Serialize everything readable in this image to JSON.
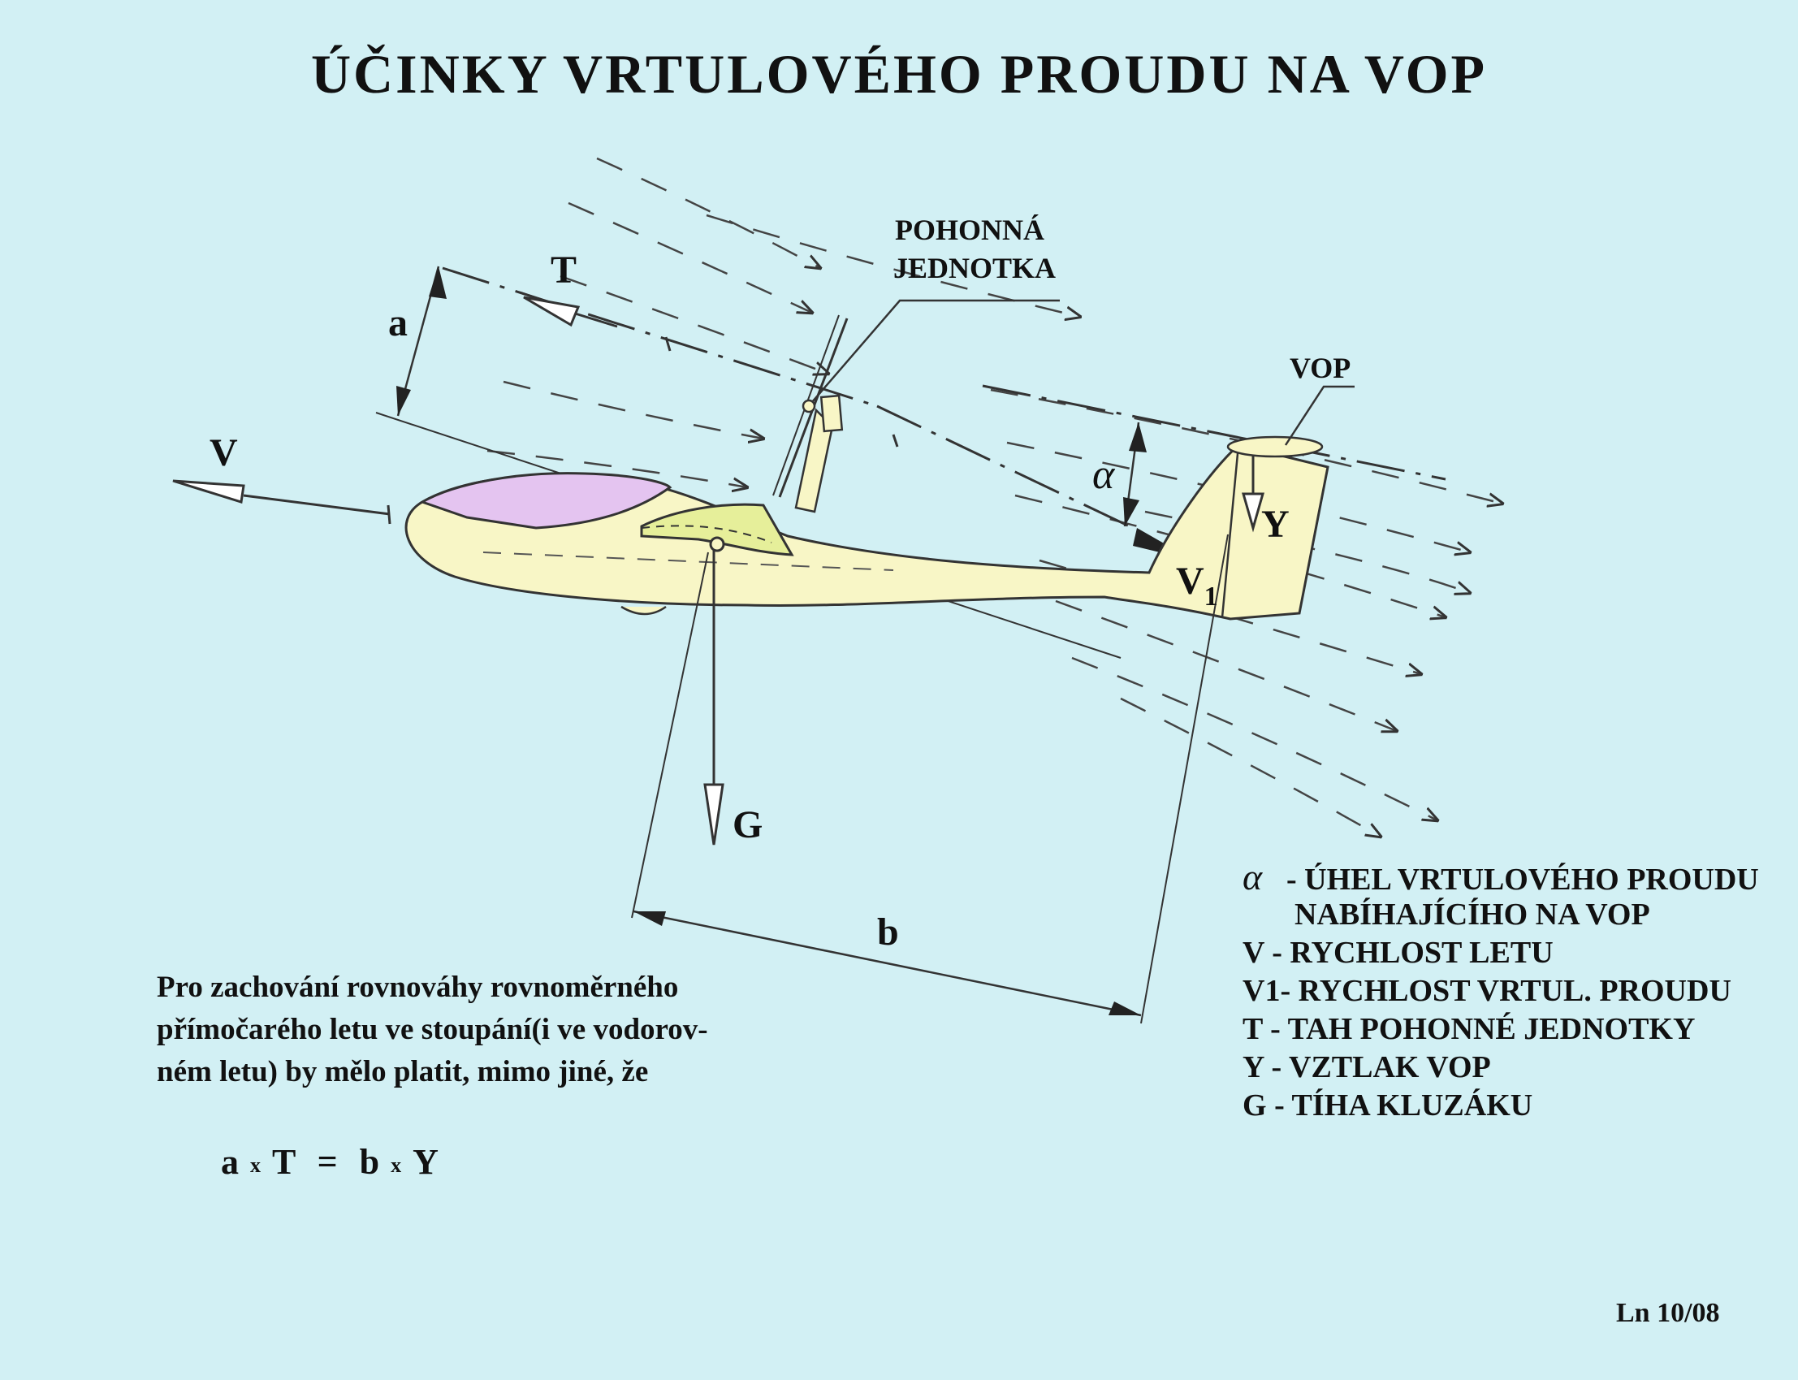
{
  "title": "ÚČINKY VRTULOVÉHO PROUDU NA VOP",
  "labels": {
    "propulsion_unit": [
      "POHONNÁ",
      "JEDNOTKA"
    ],
    "vop": "VOP",
    "T": "T",
    "a": "a",
    "V": "V",
    "alpha": "α",
    "Y": "Y",
    "V1_main": "V",
    "V1_sub": "1",
    "G": "G",
    "b": "b"
  },
  "legend": [
    {
      "symbol": "α",
      "text": "- ÚHEL VRTULOVÉHO PROUDU"
    },
    {
      "symbol": "",
      "text": "NABÍHAJÍCÍHO NA VOP"
    },
    {
      "symbol": "V",
      "text": "- RYCHLOST LETU"
    },
    {
      "symbol": "V1",
      "text": "- RYCHLOST VRTUL. PROUDU"
    },
    {
      "symbol": "T",
      "text": "-  TAH POHONNÉ JEDNOTKY"
    },
    {
      "symbol": "Y",
      "text": "-  VZTLAK VOP"
    },
    {
      "symbol": "G",
      "text": "- TÍHA KLUZÁKU"
    }
  ],
  "paragraph": [
    "Pro zachování rovnováhy rovnoměrného",
    "přímočarého letu ve stoupání(i ve vodorov-",
    "ném letu) by mělo platit, mimo jiné, že"
  ],
  "equation": {
    "a": "a",
    "x1": "x",
    "T": "T",
    "eq": "=",
    "b": "b",
    "x2": "x",
    "Y": "Y"
  },
  "footer": "Ln 10/08",
  "colors": {
    "background": "#d2f0f4",
    "fuselage": "#f8f6c6",
    "canopy": "#e4c4f0",
    "wing": "#e6ef9a",
    "ink": "#111111"
  }
}
